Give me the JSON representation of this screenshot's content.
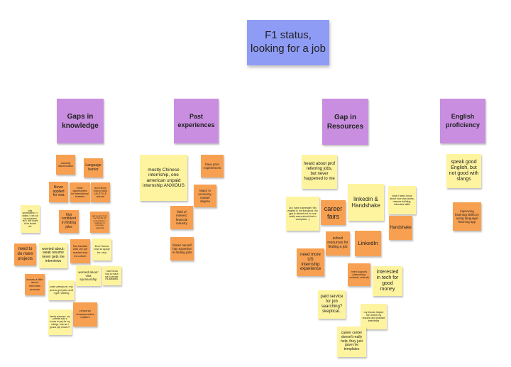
{
  "title": {
    "line1": "F1 status,",
    "line2": "looking for a job"
  },
  "headers": {
    "gaps_knowledge": {
      "line1": "Gaps in",
      "line2": "knowledge"
    },
    "past_experiences": {
      "line1": "Past",
      "line2": "experiences"
    },
    "gap_resources": {
      "line1": "Gap in",
      "line2": "Resources"
    },
    "english": {
      "line1": "English",
      "line2": "proficiency"
    }
  },
  "notes": {
    "g1": "culturally discriminative",
    "g2": "Language barrier",
    "g3": "Never applied for visa",
    "g4": "fewer opportunities for international students",
    "g5": "don't know how to build US-STYLE resume",
    "g6": "visa sponsorship >> salary. I can cut my expenses but I don't want to be kicked out.",
    "g7": "Not confident in finding jobs",
    "g8": "ask people from my friends for connections / relations in company (referral)",
    "g9": "need to do more projects",
    "g10": "worried about: weak resume never gets me interviews",
    "g11": "Not familiar with US job market and its culture",
    "g12": "Don't know how to apply for visa",
    "g13": "knows a little about interview process",
    "g14": "worried about: visa sponsorship",
    "g15": "I don't know how to reach out to people. It's awkward.",
    "g16": "peer pressure: my peers got jobs and I got nothing",
    "g17": "family pressure: my parents sold a house to pay for my college, how am I gonna pay it back??",
    "g18": "personal characteristics matters",
    "p1": "mostly Chinese internship, one american unpaid internship ANXIOUS",
    "p2": "have prior experiences",
    "p3": "Major in economy, master degree",
    "p4": "field of interest: financial industry",
    "p5": "thinks herself has expertise in finding jobs",
    "r1": "heard about prof referring jobs, but never happened to me",
    "r2": "linkedin & Handshake",
    "r3": "what I need: know about how visa works, resume building, interview skills",
    "r4": "Do I have a strength? My english is not that good, my gpa is decent but no one really cares about that in workplace. :(",
    "r5": "career fairs",
    "r6": "Handshake",
    "r7": "school resources for finding a job",
    "r8": "LinkedIn",
    "r9": "need more US internship experience",
    "r10": "need supports (networking, contacts, referral)",
    "r11": "interested in tech for good money",
    "r12": "paid service for job searching? skeptical..",
    "r13": "my friends helped me review my resume and practice interviews",
    "r14": "career center doesn't really help, they just gave me templates",
    "e1": "speak good English, but not good with slangs",
    "e2": "improving listening skills by using language learning app"
  },
  "colors": {
    "title": "#8f9cf5",
    "header": "#c98ee0",
    "orange": "#f7a051",
    "yellow": "#fef4a0"
  }
}
